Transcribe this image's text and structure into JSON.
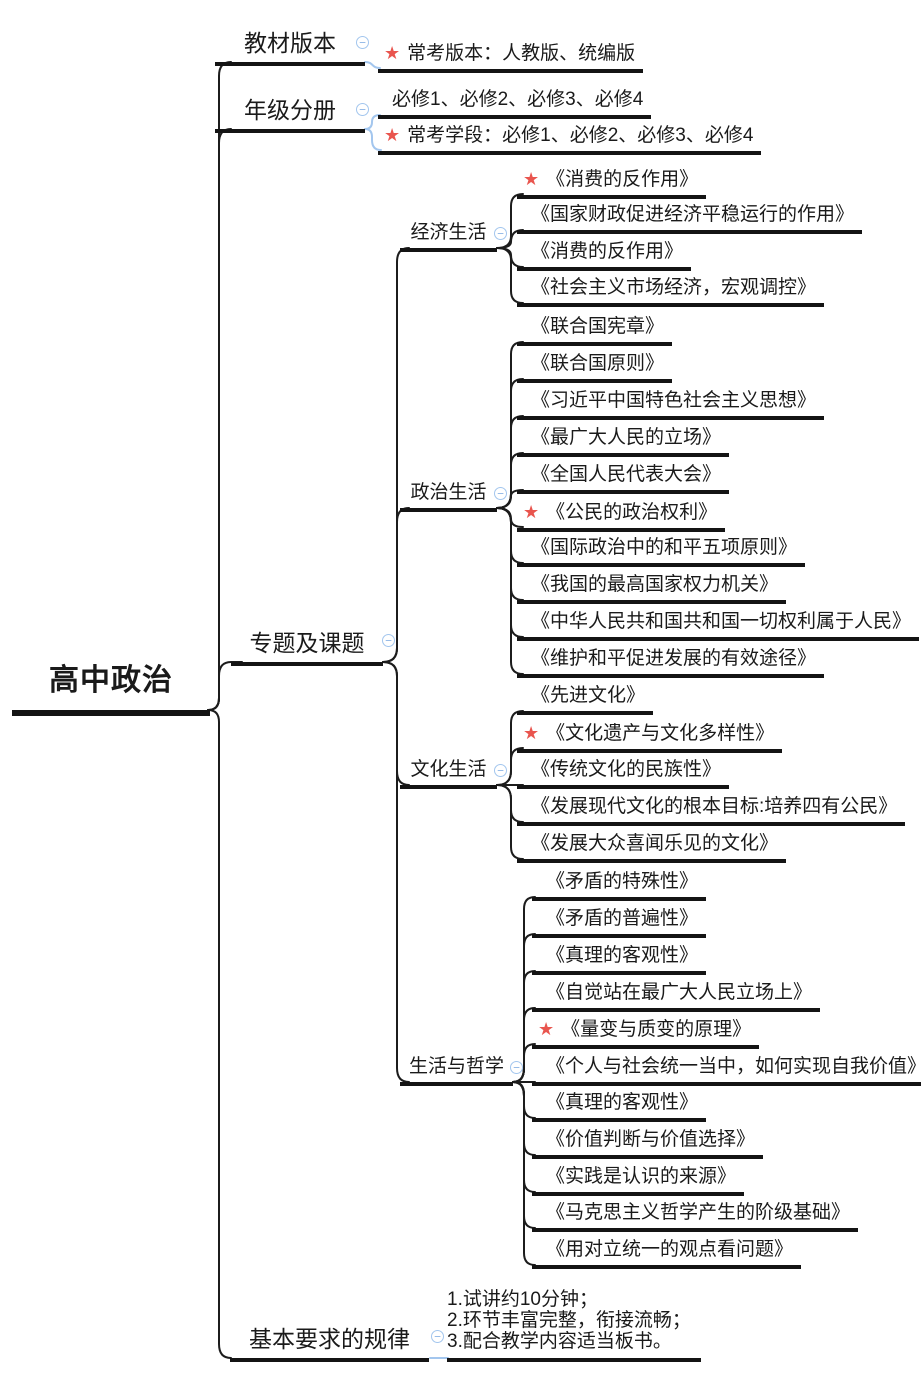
{
  "title": "高中政治思维导图",
  "icons": {
    "star": "★",
    "collapse_minus": "−"
  },
  "colors": {
    "line": "#1c1c1c",
    "underline": "#141414",
    "star_red": "#e9554e",
    "collapse_blue": "#a3c6ee"
  },
  "root": {
    "label": "高中政治"
  },
  "branches": [
    {
      "label": "教材版本",
      "children": [
        {
          "starred": true,
          "text": "常考版本：人教版、统编版"
        }
      ]
    },
    {
      "label": "年级分册",
      "children": [
        {
          "starred": false,
          "text": "必修1、必修2、必修3、必修4"
        },
        {
          "starred": true,
          "text": "常考学段：必修1、必修2、必修3、必修4"
        }
      ]
    },
    {
      "label": "专题及课题",
      "children": [
        {
          "label": "经济生活",
          "children": [
            {
              "starred": true,
              "text": "《消费的反作用》"
            },
            {
              "starred": false,
              "text": "《国家财政促进经济平稳运行的作用》"
            },
            {
              "starred": false,
              "text": "《消费的反作用》"
            },
            {
              "starred": false,
              "text": "《社会主义市场经济，宏观调控》"
            }
          ]
        },
        {
          "label": "政治生活",
          "children": [
            {
              "starred": false,
              "text": "《联合国宪章》"
            },
            {
              "starred": false,
              "text": "《联合国原则》"
            },
            {
              "starred": false,
              "text": "《习近平中国特色社会主义思想》"
            },
            {
              "starred": false,
              "text": "《最广大人民的立场》"
            },
            {
              "starred": false,
              "text": "《全国人民代表大会》"
            },
            {
              "starred": true,
              "text": "《公民的政治权利》"
            },
            {
              "starred": false,
              "text": "《国际政治中的和平五项原则》"
            },
            {
              "starred": false,
              "text": "《我国的最高国家权力机关》"
            },
            {
              "starred": false,
              "text": "《中华人民共和国共和国一切权利属于人民》"
            },
            {
              "starred": false,
              "text": "《维护和平促进发展的有效途径》"
            }
          ]
        },
        {
          "label": "文化生活",
          "children": [
            {
              "starred": false,
              "text": "《先进文化》"
            },
            {
              "starred": true,
              "text": "《文化遗产与文化多样性》"
            },
            {
              "starred": false,
              "text": "《传统文化的民族性》"
            },
            {
              "starred": false,
              "text": "《发展现代文化的根本目标:培养四有公民》"
            },
            {
              "starred": false,
              "text": "《发展大众喜闻乐见的文化》"
            }
          ]
        },
        {
          "label": "生活与哲学",
          "children": [
            {
              "starred": false,
              "text": "《矛盾的特殊性》"
            },
            {
              "starred": false,
              "text": "《矛盾的普遍性》"
            },
            {
              "starred": false,
              "text": "《真理的客观性》"
            },
            {
              "starred": false,
              "text": "《自觉站在最广大人民立场上》"
            },
            {
              "starred": true,
              "text": "《量变与质变的原理》"
            },
            {
              "starred": false,
              "text": "《个人与社会统一当中，如何实现自我价值》"
            },
            {
              "starred": false,
              "text": "《真理的客观性》"
            },
            {
              "starred": false,
              "text": "《价值判断与价值选择》"
            },
            {
              "starred": false,
              "text": "《实践是认识的来源》"
            },
            {
              "starred": false,
              "text": "《马克思主义哲学产生的阶级基础》"
            },
            {
              "starred": false,
              "text": "《用对立统一的观点看问题》"
            }
          ]
        }
      ]
    },
    {
      "label": "基本要求的规律",
      "children": [
        {
          "starred": false,
          "lines": [
            "1.试讲约10分钟；",
            "2.环节丰富完整，衔接流畅；",
            "3.配合教学内容适当板书。"
          ]
        }
      ]
    }
  ]
}
